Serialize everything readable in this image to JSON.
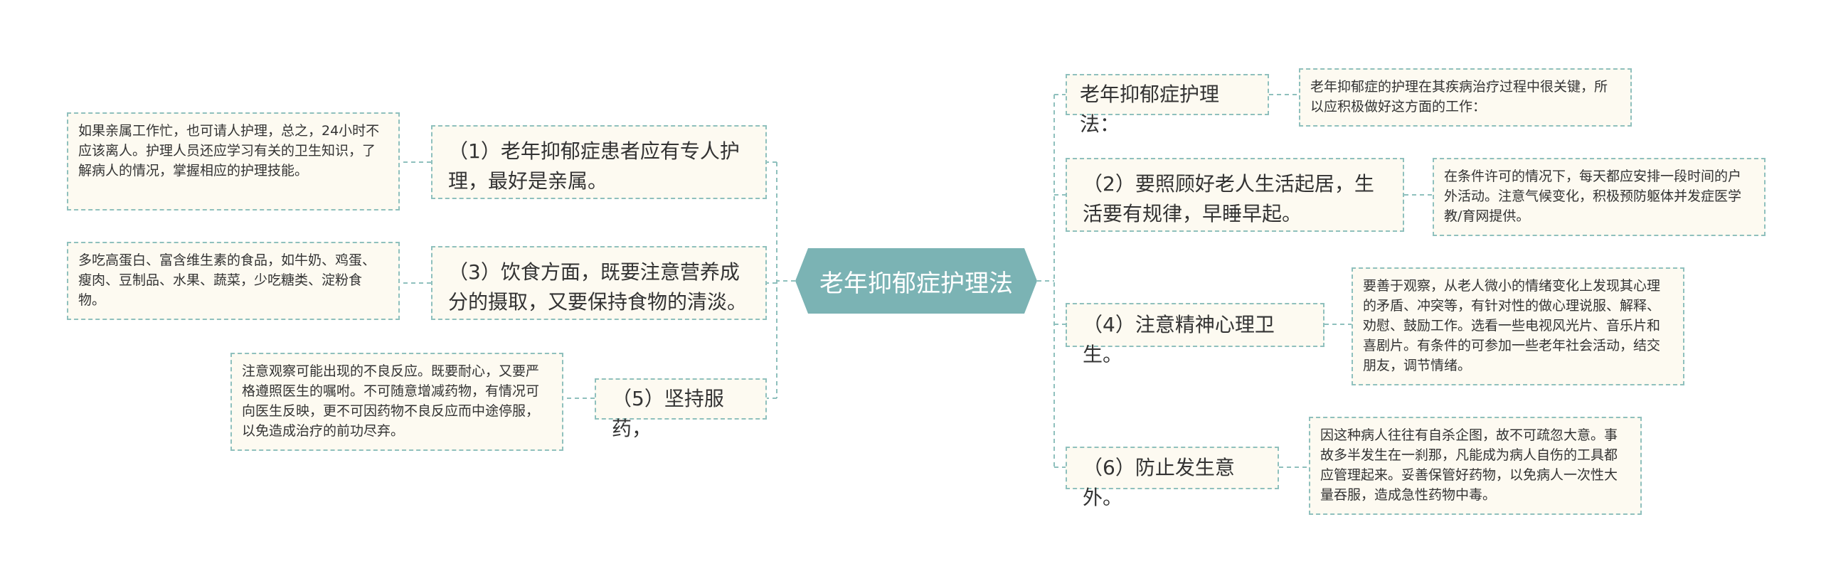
{
  "root": {
    "title": "老年抑郁症护理法"
  },
  "left": [
    {
      "main": "（1）老年抑郁症患者应有专人护理，最好是亲属。",
      "detail": "如果亲属工作忙，也可请人护理，总之，24小时不应该离人。护理人员还应学习有关的卫生知识，了解病人的情况，掌握相应的护理技能。"
    },
    {
      "main": "（3）饮食方面，既要注意营养成分的摄取，又要保持食物的清淡。",
      "detail": "多吃高蛋白、富含维生素的食品，如牛奶、鸡蛋、瘦肉、豆制品、水果、蔬菜，少吃糖类、淀粉食物。"
    },
    {
      "main": "（5）坚持服药，",
      "detail": "注意观察可能出现的不良反应。既要耐心，又要严格遵照医生的嘱咐。不可随意增减药物，有情况可向医生反映，更不可因药物不良反应而中途停服，以免造成治疗的前功尽弃。"
    }
  ],
  "right": [
    {
      "main": "老年抑郁症护理法：",
      "detail": "老年抑郁症的护理在其疾病治疗过程中很关键，所以应积极做好这方面的工作："
    },
    {
      "main": "（2）要照顾好老人生活起居，生活要有规律，早睡早起。",
      "detail": "在条件许可的情况下，每天都应安排一段时间的户外活动。注意气候变化，积极预防躯体并发症医学教/育网提供。"
    },
    {
      "main": "（4）注意精神心理卫生。",
      "detail": "要善于观察，从老人微小的情绪变化上发现其心理的矛盾、冲突等，有针对性的做心理说服、解释、劝慰、鼓励工作。选看一些电视风光片、音乐片和喜剧片。有条件的可参加一些老年社会活动，结交朋友，调节情绪。"
    },
    {
      "main": "（6）防止发生意外。",
      "detail": "因这种病人往往有自杀企图，故不可疏忽大意。事故多半发生在一刹那，凡能成为病人自伤的工具都应管理起来。妥善保管好药物，以免病人一次性大量吞服，造成急性药物中毒。"
    }
  ],
  "colors": {
    "root_fill": "#7bb3b4",
    "node_border": "#8fc0bd",
    "node_fill": "#fdfaf1",
    "connector": "#8fc0bd"
  }
}
